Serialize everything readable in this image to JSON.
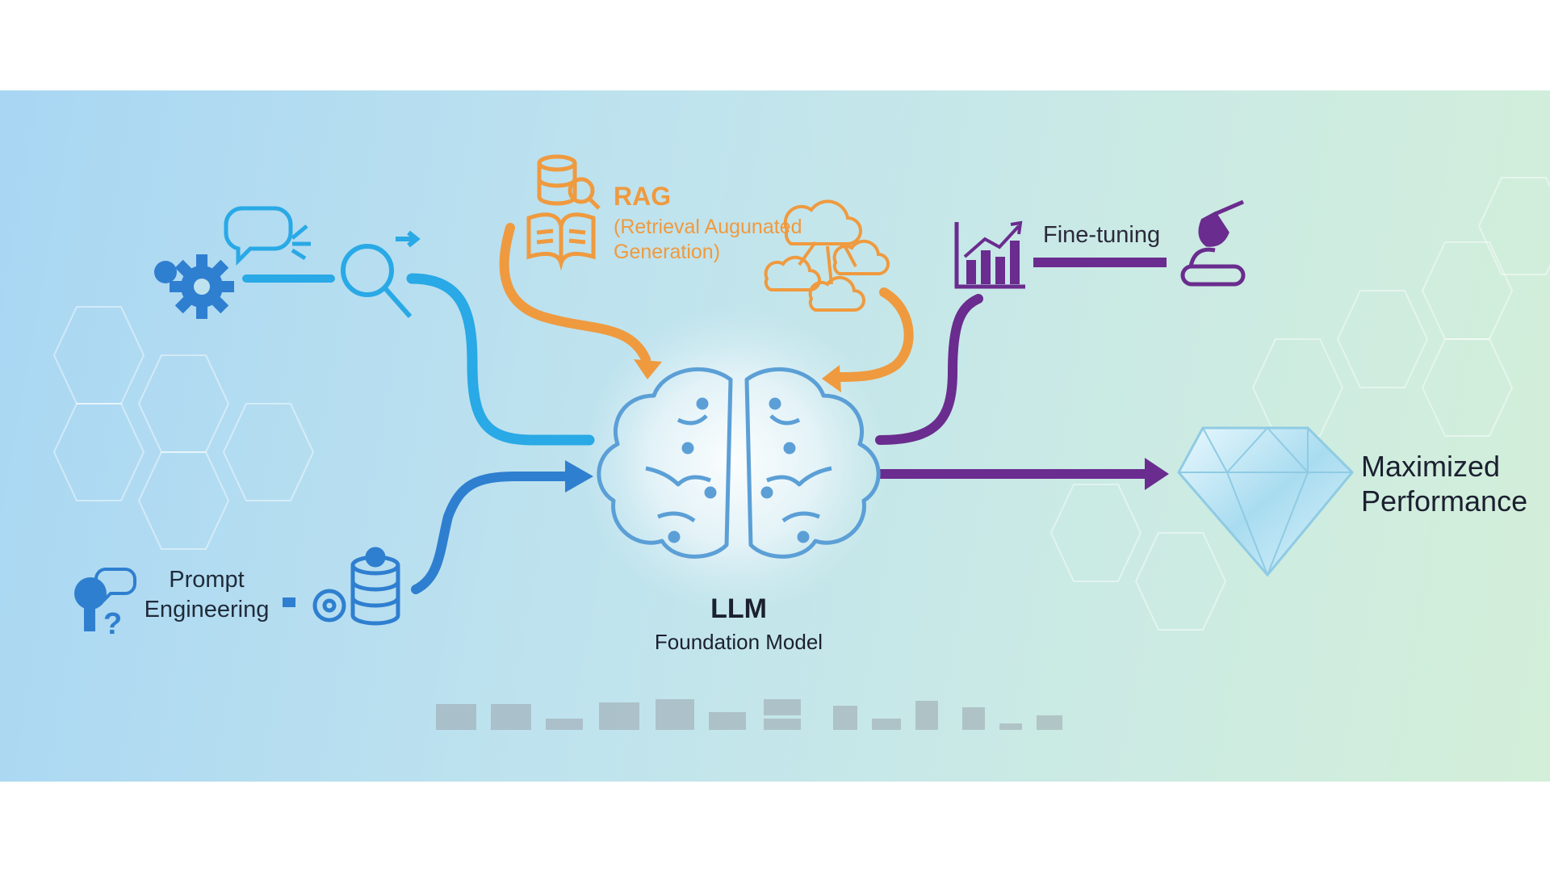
{
  "diagram": {
    "nodes": {
      "rag": {
        "title": "RAG",
        "subtitle": [
          "(Retrieval Augunated",
          "Generation)"
        ],
        "color": "#ef9a3f"
      },
      "fine_tuning": {
        "label": "Fine-tuning",
        "color": "#6a2c8e"
      },
      "prompt_engineering": {
        "label": [
          "Prompt",
          "Engineering"
        ],
        "color": "#2f7fd0"
      },
      "llm": {
        "title": "LLM",
        "subtitle": "Foundation Model"
      },
      "output": {
        "label": [
          "Maximized",
          "Performance"
        ]
      }
    },
    "colors": {
      "cyan_path": "#29a9e6",
      "blue_path": "#2f7fd0",
      "orange_path": "#ef9a3f",
      "purple_path": "#6a2c8e",
      "brain_line": "#5b9fd6",
      "diamond": "#bfe7f4"
    },
    "icons": [
      "gear-icon",
      "chat-bubble-icon",
      "magnifier-icon",
      "database-icon",
      "book-icon",
      "cloud-network-icon",
      "bar-chart-icon",
      "paintbrush-icon",
      "brain-icon",
      "diamond-icon",
      "question-lightbulb-icon"
    ]
  }
}
